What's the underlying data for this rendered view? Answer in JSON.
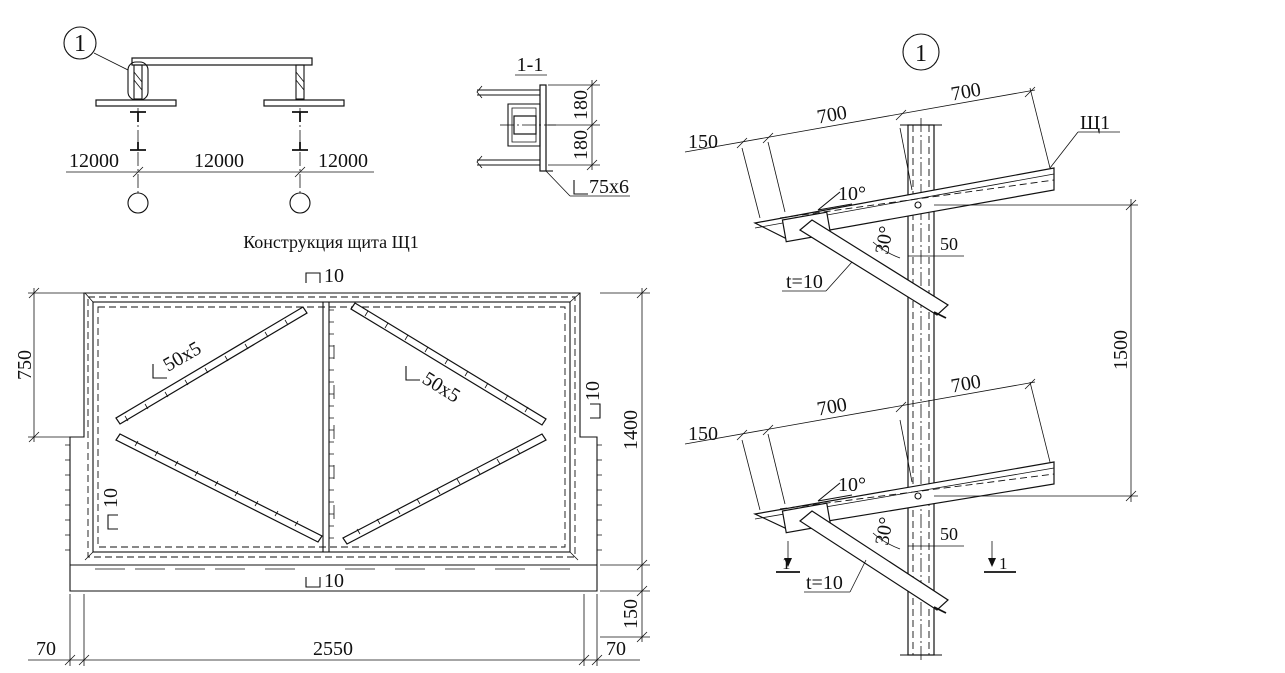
{
  "plan": {
    "callout": "1",
    "dim_left": "12000",
    "dim_mid": "12000",
    "dim_right": "12000"
  },
  "section11": {
    "title": "1-1",
    "dim_top": "180",
    "dim_bottom": "180",
    "angle_label": "75х6"
  },
  "panel": {
    "title": "Конструкция щита Щ1",
    "channel_top": "10",
    "channel_bottom": "10",
    "channel_left": "10",
    "channel_right": "10",
    "angle_left": "50х5",
    "angle_right": "50х5",
    "dim_750": "750",
    "dim_1400": "1400",
    "dim_150": "150",
    "dim_70_left": "70",
    "dim_2550": "2550",
    "dim_70_right": "70"
  },
  "node1": {
    "callout": "1",
    "mark": "Щ1",
    "upper": {
      "dim_150": "150",
      "dim_700a": "700",
      "dim_700b": "700",
      "angle10": "10°",
      "angle30": "30°",
      "dim_50": "50",
      "plate": "t=10"
    },
    "lower": {
      "dim_150": "150",
      "dim_700a": "700",
      "dim_700b": "700",
      "angle10": "10°",
      "angle30": "30°",
      "dim_50": "50",
      "plate": "t=10"
    },
    "dim_1500": "1500",
    "section_mark_left": "1",
    "section_mark_right": "1"
  }
}
